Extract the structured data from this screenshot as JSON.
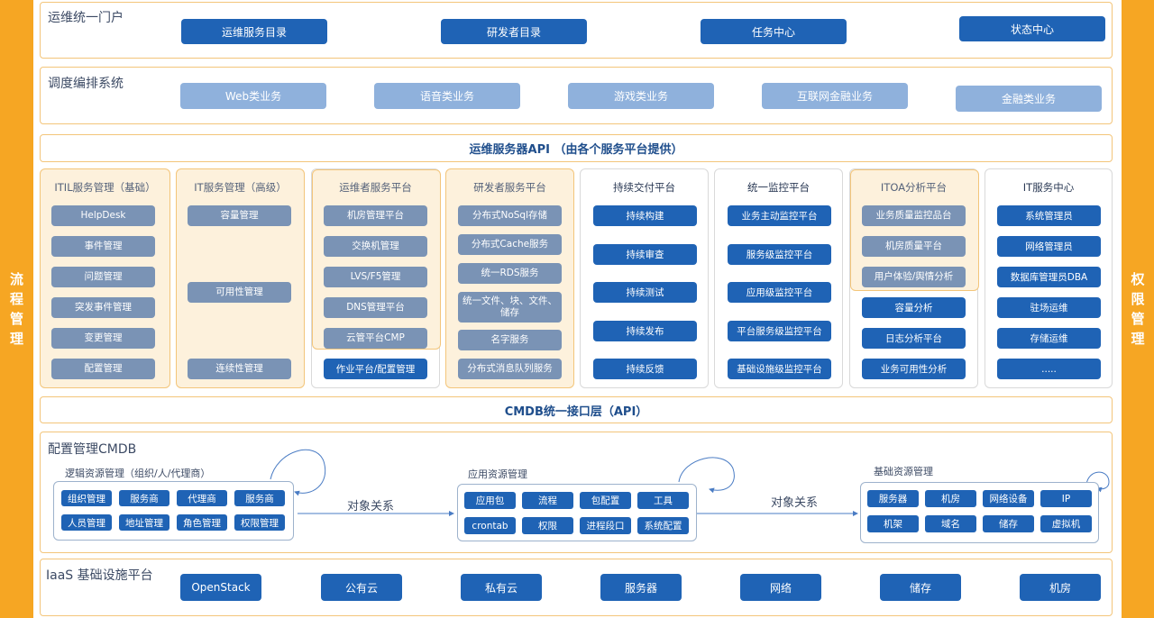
{
  "side_left": "流程管理",
  "side_right": "权限管理",
  "portal": {
    "title": "运维统一门户",
    "buttons": [
      "运维服务目录",
      "研发者目录",
      "任务中心",
      "状态中心"
    ]
  },
  "orchestration": {
    "title": "调度编排系统",
    "buttons": [
      "Web类业务",
      "语音类业务",
      "游戏类业务",
      "互联网金融业务",
      "金融类业务"
    ]
  },
  "api_bar": "运维服务器API （由各个服务平台提供）",
  "columns": [
    {
      "title": "ITIL服务管理（基础）",
      "items": [
        "HelpDesk",
        "事件管理",
        "问题管理",
        "突发事件管理",
        "变更管理",
        "配置管理"
      ]
    },
    {
      "title": "IT服务管理（高级）",
      "items": [
        "容量管理",
        "可用性管理",
        "连续性管理"
      ]
    },
    {
      "title": "运维者服务平台",
      "items": [
        "机房管理平台",
        "交换机管理",
        "LVS/F5管理",
        "DNS管理平台",
        "云管平台CMP",
        "作业平台/配置管理"
      ]
    },
    {
      "title": "研发者服务平台",
      "items": [
        "分布式NoSql存储",
        "分布式Cache服务",
        "统一RDS服务",
        "统一文件、块、文件、储存",
        "名字服务",
        "分布式消息队列服务"
      ]
    },
    {
      "title": "持续交付平台",
      "items": [
        "持续构建",
        "持续审查",
        "持续测试",
        "持续发布",
        "持续反馈"
      ]
    },
    {
      "title": "统一监控平台",
      "items": [
        "业务主动监控平台",
        "服务级监控平台",
        "应用级监控平台",
        "平台服务级监控平台",
        "基础设施级监控平台"
      ]
    },
    {
      "title": "ITOA分析平台",
      "items": [
        "业务质量监控品台",
        "机房质量平台",
        "用户体验/舆情分析",
        "容量分析",
        "日志分析平台",
        "业务可用性分析"
      ]
    },
    {
      "title": "IT服务中心",
      "items": [
        "系统管理员",
        "网络管理员",
        "数据库管理员DBA",
        "驻场运维",
        "存储运维",
        "....."
      ]
    }
  ],
  "cmdb_api": "CMDB统一接口层（API）",
  "cmdb": {
    "title": "配置管理CMDB",
    "logic": {
      "title": "逻辑资源管理（组织/人/代理商）",
      "chips": [
        "组织管理",
        "服务商",
        "代理商",
        "服务商",
        "人员管理",
        "地址管理",
        "角色管理",
        "权限管理"
      ]
    },
    "relation_left": "对象关系",
    "app": {
      "title": "应用资源管理",
      "chips": [
        "应用包",
        "流程",
        "包配置",
        "工具",
        "crontab",
        "权限",
        "进程段口",
        "系统配置"
      ]
    },
    "relation_right": "对象关系",
    "base": {
      "title": "基础资源管理",
      "chips": [
        "服务器",
        "机房",
        "网络设备",
        "IP",
        "机架",
        "域名",
        "储存",
        "虚拟机"
      ]
    }
  },
  "iaas": {
    "title": "IaaS  基础设施平台",
    "buttons": [
      "OpenStack",
      "公有云",
      "私有云",
      "服务器",
      "网络",
      "储存",
      "机房"
    ]
  },
  "colors": {
    "orange": "#f6a623",
    "dark_blue": "#1f63b5",
    "light_blue": "#8fb1dc",
    "grey_blue": "#7a93b5",
    "highlight": "#fdf1dc"
  }
}
